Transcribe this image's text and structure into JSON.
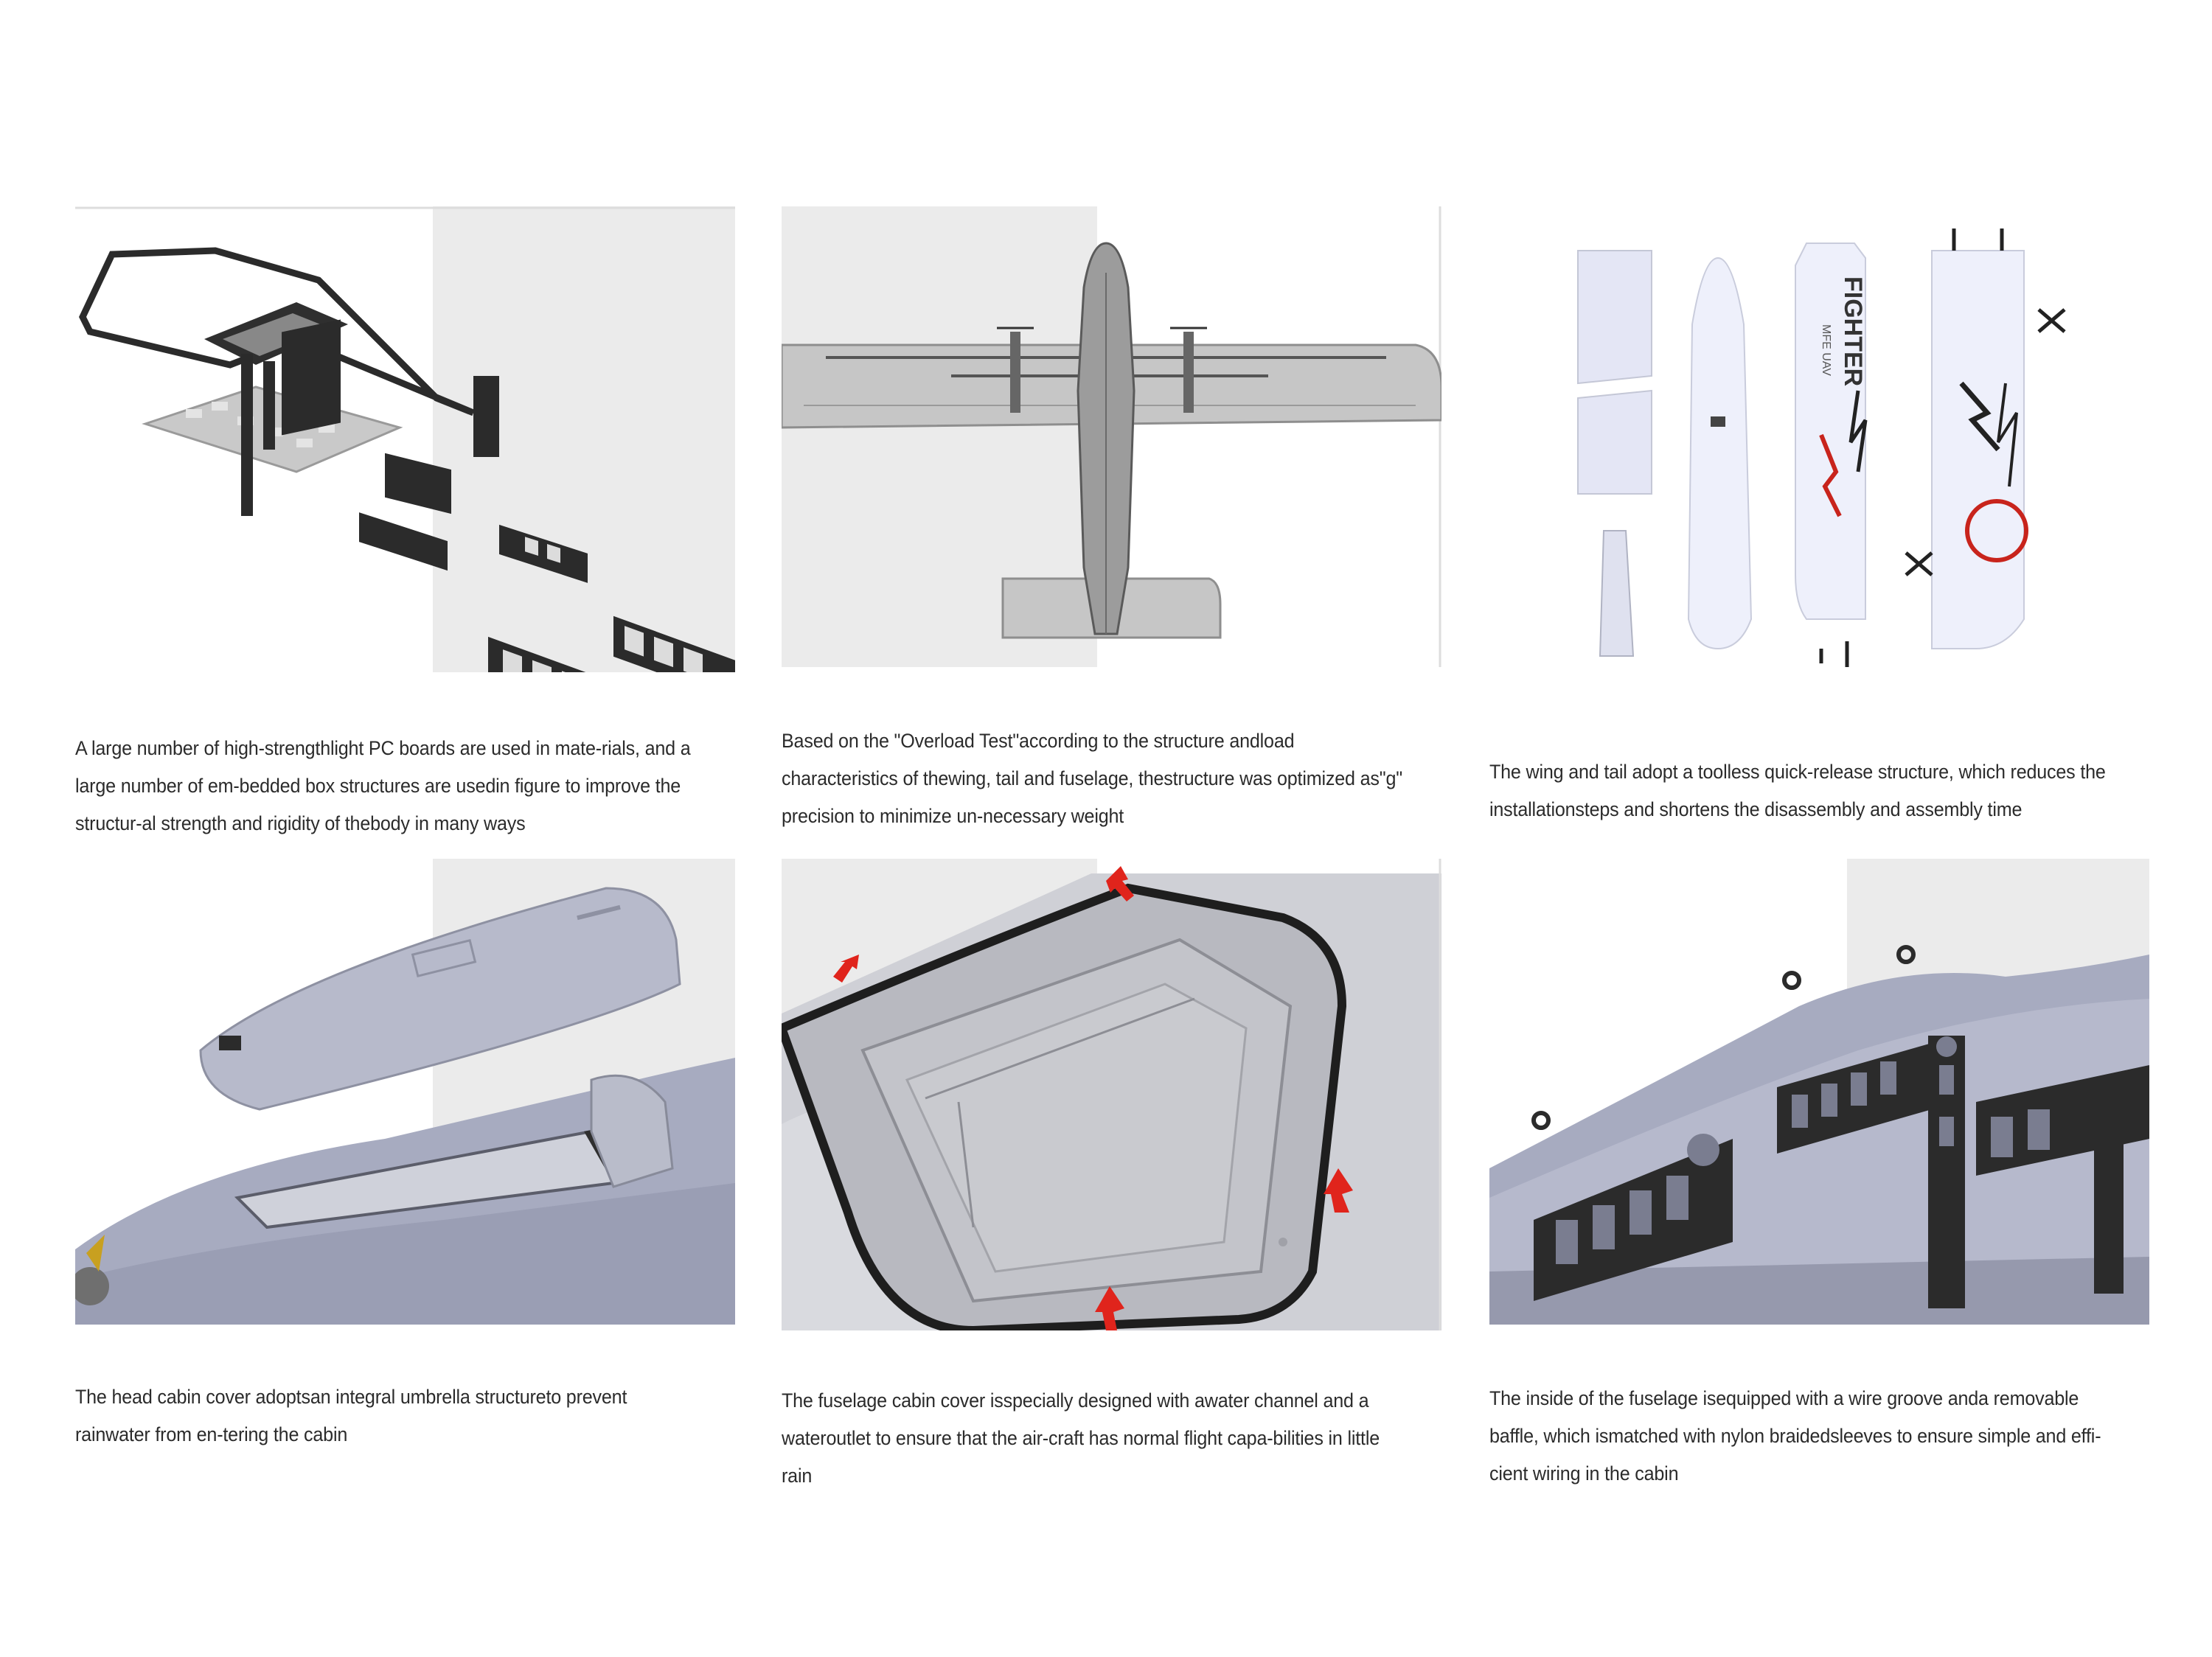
{
  "features": [
    {
      "caption": "A large number of high-strengthlight PC boards are used in mate-rials, and a large number of em-bedded box structures are usedin figure to improve the structur-al strength and rigidity of thebody in many ways",
      "image_label": "PC board box structure exploded view"
    },
    {
      "caption": "Based on the \"Overload Test\"according to the structure andload characteristics of thewing, tail and fuselage, thestructure was optimized as\"g\" precision to minimize un-necessary weight",
      "image_label": "Top view of airframe structure"
    },
    {
      "caption": "The wing and tail adopt a toolless quick-release structure, which reduces the installationsteps and shortens the disassembly and assembly time",
      "image_label": "Disassembled wing, tail and fuselage",
      "wing_text": "FIGHTER",
      "wing_subtext": "MFE UAV"
    },
    {
      "caption": "The head cabin cover adoptsan integral umbrella structureto prevent rainwater from en-tering the cabin",
      "image_label": "Head cabin cover open"
    },
    {
      "caption": "The fuselage cabin cover isspecially designed with awater channel and a wateroutlet to ensure that the air-craft has normal flight capa-bilities in little rain",
      "image_label": "Fuselage cabin water channel"
    },
    {
      "caption": "The inside of the fuselage isequipped with a wire groove anda removable baffle, which ismatched with nylon braidedsleeves to ensure simple and effi-cient wiring in the cabin",
      "image_label": "Fuselage interior wire groove and baffle"
    }
  ],
  "caption_lines": [
    [
      "A large number of high-strengthlight PC boards are used in mate-rials, and a",
      "large number of em-bedded box structures are usedin figure to improve the",
      "structur-al strength and rigidity of thebody in many ways"
    ],
    [
      "Based on the \"Overload Test\"according to the structure andload",
      "characteristics of thewing, tail and fuselage, thestructure was optimized as\"g\"",
      "precision to minimize un-necessary weight"
    ],
    [
      "The wing and tail adopt a toolless quick-release structure, which reduces the",
      "installationsteps and shortens the disassembly and assembly time"
    ],
    [
      "The head cabin cover adoptsan integral umbrella structureto prevent",
      "rainwater from en-tering the cabin"
    ],
    [
      "The fuselage cabin cover isspecially designed with awater channel and a",
      "wateroutlet to ensure that the air-craft has normal flight capa-bilities in little",
      "rain"
    ],
    [
      "The inside of the fuselage isequipped with a wire groove anda removable",
      "baffle, which ismatched with nylon braidedsleeves to ensure simple and effi-",
      "cient wiring in the cabin"
    ]
  ],
  "colors": {
    "background": "#ffffff",
    "panel_gray": "#ebebeb",
    "fuselage": "#b9bccb",
    "dark_board": "#2b2b2b",
    "arrow_red": "#e0241c",
    "text": "#2b2b2b"
  }
}
